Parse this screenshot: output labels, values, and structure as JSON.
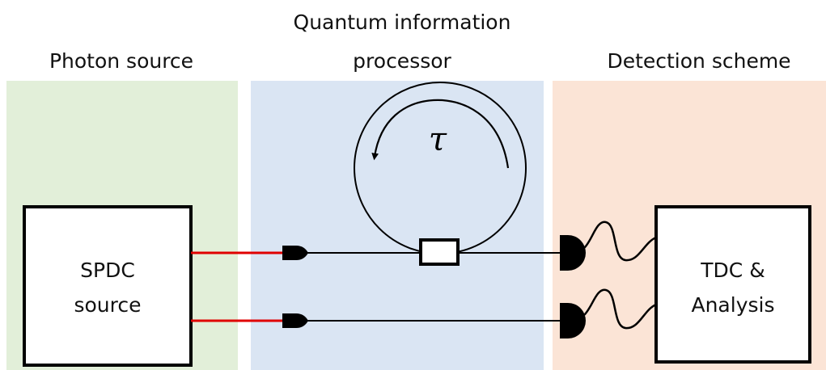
{
  "sections": {
    "photon_source": {
      "title": "Photon source"
    },
    "processor": {
      "title_line1": "Quantum information",
      "title_line2": "processor"
    },
    "detection": {
      "title": "Detection scheme"
    }
  },
  "boxes": {
    "spdc": {
      "line1": "SPDC",
      "line2": "source"
    },
    "tdc": {
      "line1": "TDC &",
      "line2": "Analysis"
    }
  },
  "loop": {
    "delay_symbol": "τ"
  },
  "colors": {
    "photon_source_panel": "#e2efd9",
    "processor_panel": "#dae5f3",
    "detection_panel": "#fbe4d6",
    "fiber_red": "#e00000",
    "line_black": "#000000"
  }
}
